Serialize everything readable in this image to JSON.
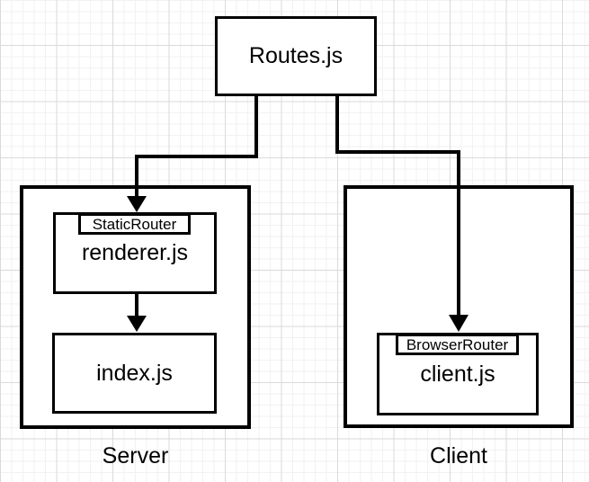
{
  "nodes": {
    "routes": {
      "label": "Routes.js"
    },
    "renderer": {
      "label": "renderer.js",
      "tag": "StaticRouter"
    },
    "index": {
      "label": "index.js"
    },
    "clientjs": {
      "label": "client.js",
      "tag": "BrowserRouter"
    }
  },
  "groups": {
    "server": {
      "label": "Server"
    },
    "client": {
      "label": "Client"
    }
  },
  "colors": {
    "stroke": "#000000",
    "shape_fill": "#ffffff",
    "text": "#000000",
    "grid_minor": "#f2f2f2",
    "grid_major": "#dadada",
    "background": "#ffffff"
  }
}
